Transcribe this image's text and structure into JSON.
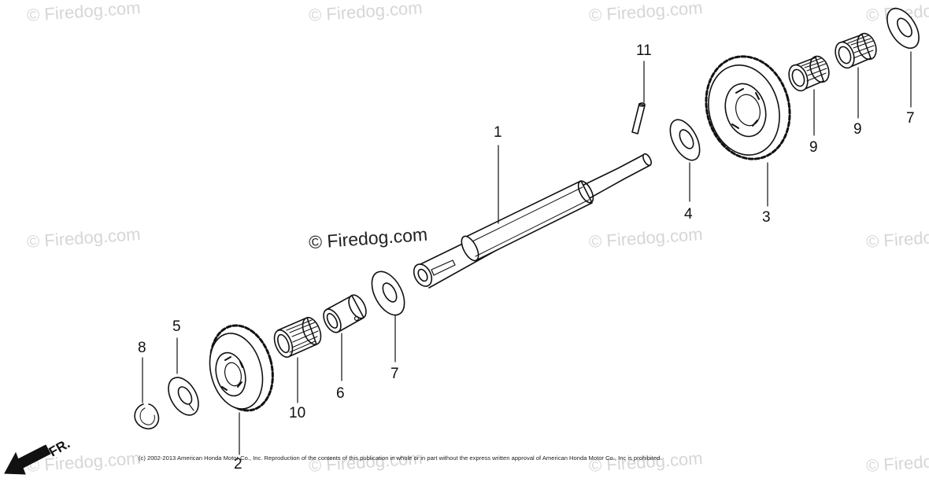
{
  "watermark": "© Firedog.com",
  "center_watermark": "© Firedog.com",
  "copyright": "(c) 2002-2013 American Honda Motor Co., Inc. Reproduction of the contents of this publication in whole or in part without the express written approval of American Honda Motor Co., Inc is prohibited.",
  "front_indicator": "FR.",
  "callouts": {
    "c1": "1",
    "c2": "2",
    "c3": "3",
    "c4": "4",
    "c5": "5",
    "c6": "6",
    "c7a": "7",
    "c7b": "7",
    "c8": "8",
    "c9a": "9",
    "c9b": "9",
    "c10": "10",
    "c11": "11"
  }
}
